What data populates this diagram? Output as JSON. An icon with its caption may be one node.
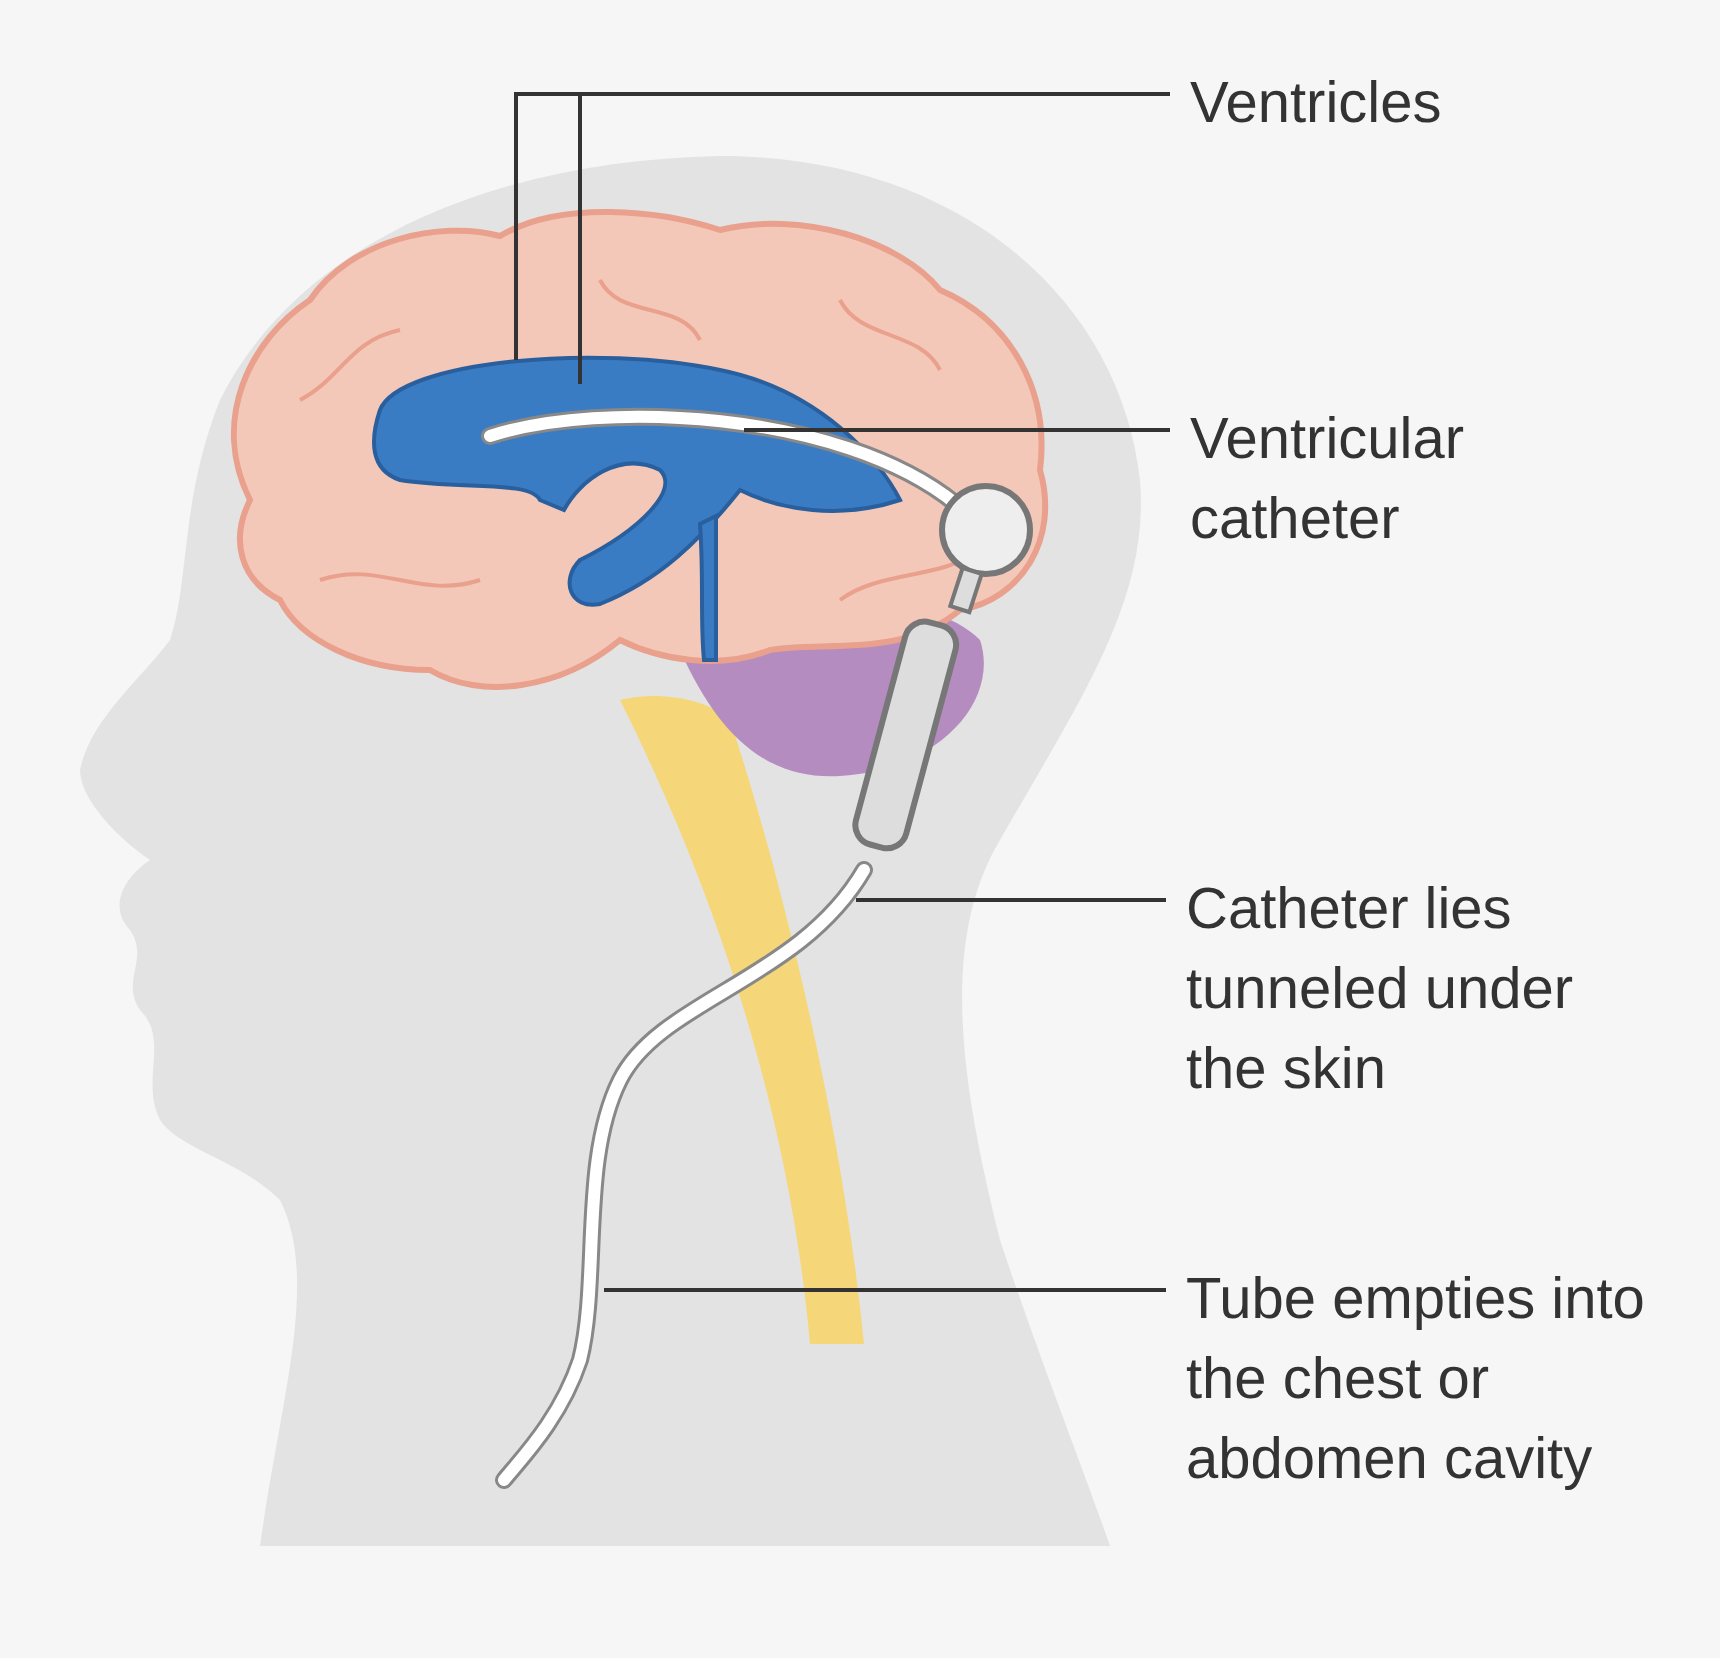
{
  "diagram": {
    "nodes": [
      {
        "text": [
          "Ventricles"
        ]
      },
      {
        "text": [
          "Ventricular catheter"
        ]
      },
      {
        "text": [
          "Catheter lies tunneled under the skin"
        ]
      },
      {
        "text": [
          "Tube empties into the chest or abdomen cavity"
        ]
      },
      {
        "text": [],
        "shape": "picture"
      },
      {
        "text": [],
        "shape": "picture"
      }
    ],
    "edges": [
      {
        "from": 0,
        "to": 4,
        "arrow": "none"
      },
      {
        "from": 0,
        "to": 4,
        "arrow": "none"
      },
      {
        "from": 1,
        "to": 5,
        "arrow": "none"
      },
      {
        "from": 2,
        "to": 5,
        "arrow": "none"
      },
      {
        "from": 3,
        "to": 5,
        "arrow": "none"
      }
    ]
  }
}
